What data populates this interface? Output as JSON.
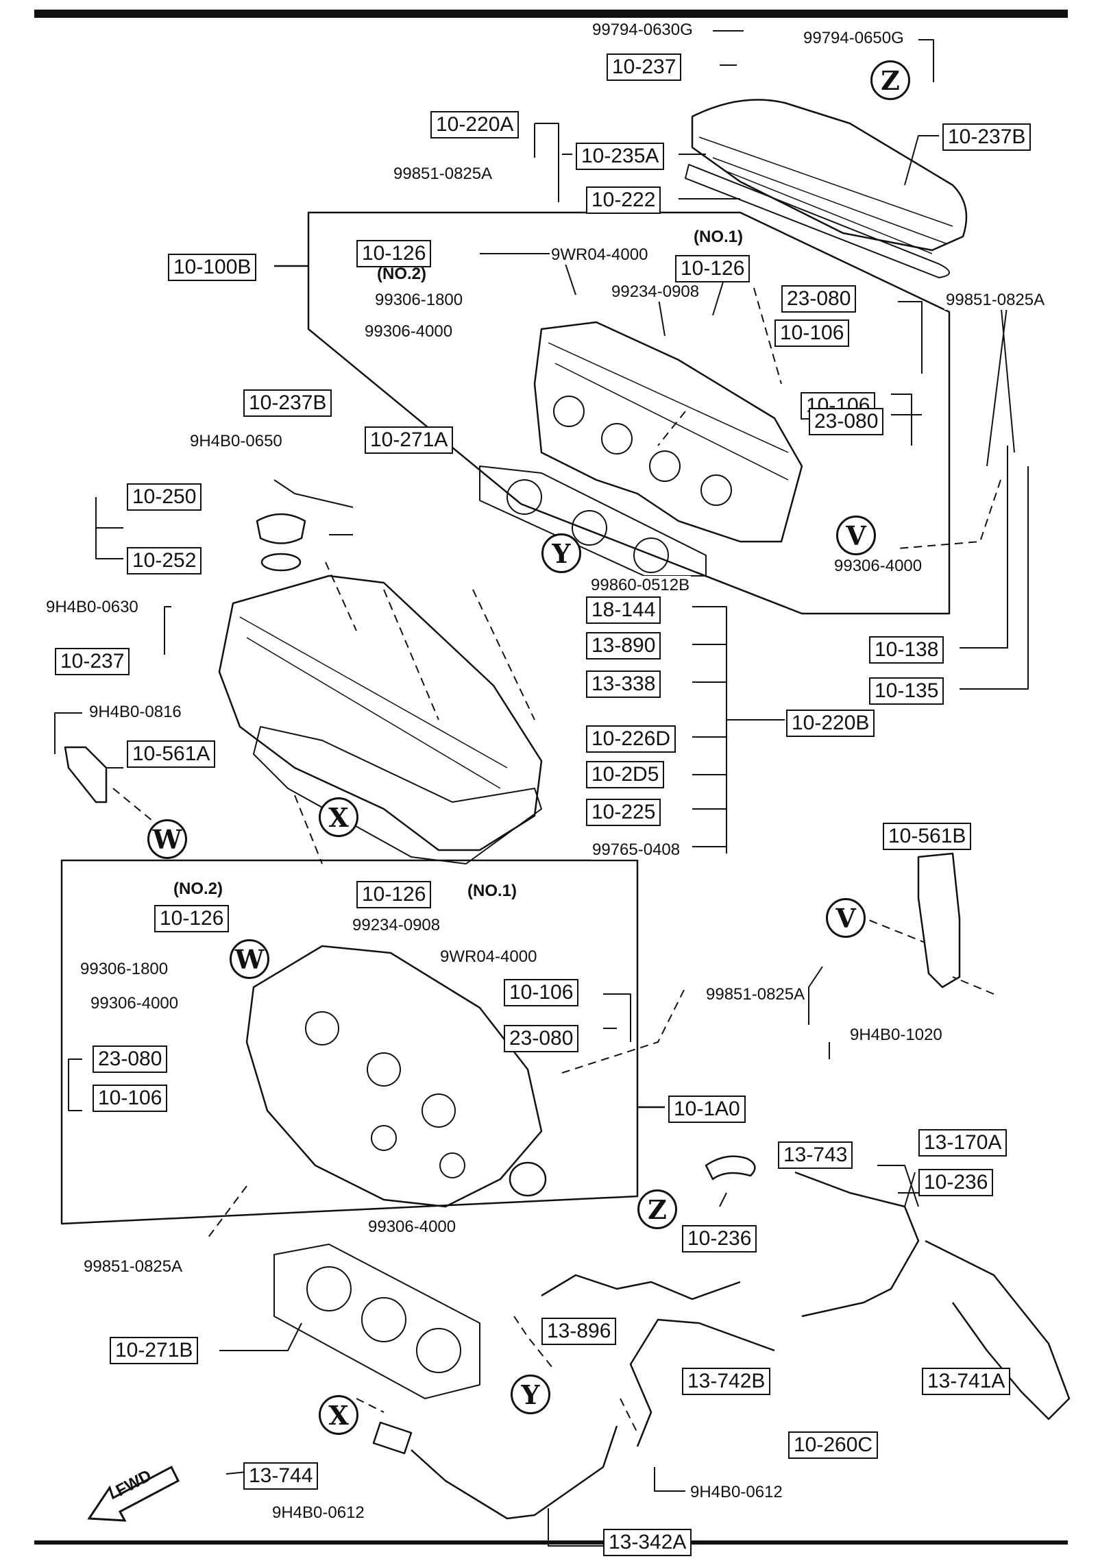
{
  "labels": {
    "top_bolt_a": "99794-0630G",
    "top_bolt_b": "99794-0650G",
    "cap_10_237_top": "10-237",
    "cover_10_220A": "10-220A",
    "gasket_10_235A": "10-235A",
    "bolt_99851_top": "99851-0825A",
    "seal_10_222": "10-222",
    "bolt_10_237B_top": "10-237B",
    "head_10_100B": "10-100B",
    "plug_10_126_no2": "10-126",
    "no2_top": "(NO.2)",
    "no1_top": "(NO.1)",
    "part_9WR04_top": "9WR04-4000",
    "plug_10_126_no1": "10-126",
    "part_99234_top": "99234-0908",
    "part_99306_1800_top": "99306-1800",
    "part_99306_4000_top": "99306-4000",
    "part_23_080_a": "23-080",
    "part_10_106_a": "10-106",
    "part_10_106_b": "10-106",
    "part_23_080_b": "23-080",
    "bolt_99851_right": "99851-0825A",
    "bolt_10_237B_mid": "10-237B",
    "part_9H4B0_0650": "9H4B0-0650",
    "gasket_10_271A": "10-271A",
    "cap_10_250": "10-250",
    "seal_10_252": "10-252",
    "part_9H4B0_0630": "9H4B0-0630",
    "part_10_237_mid": "10-237",
    "part_99306_4000_v": "99306-4000",
    "part_99860": "99860-0512B",
    "hose_18_144": "18-144",
    "part_13_890": "13-890",
    "part_13_338": "13-338",
    "part_10_138": "10-138",
    "part_10_135": "10-135",
    "part_9H4B0_0816": "9H4B0-0816",
    "bracket_10_561A": "10-561A",
    "cover_10_220B": "10-220B",
    "gasket_10_226D": "10-226D",
    "part_10_2D5": "10-2D5",
    "part_10_225": "10-225",
    "part_99765": "99765-0408",
    "bracket_10_561B": "10-561B",
    "no2_bottom": "(NO.2)",
    "plug_10_126_b1": "10-126",
    "no1_bottom": "(NO.1)",
    "plug_10_126_b2": "10-126",
    "part_99234_bottom": "99234-0908",
    "part_9WR04_bottom": "9WR04-4000",
    "part_99306_1800_bottom": "99306-1800",
    "part_10_106_c": "10-106",
    "part_99306_4000_bottom": "99306-4000",
    "part_23_080_c": "23-080",
    "bolt_99851_mid": "99851-0825A",
    "part_9H4B0_1020": "9H4B0-1020",
    "part_23_080_d": "23-080",
    "part_10_106_d": "10-106",
    "head_10_1A0": "10-1A0",
    "part_13_743": "13-743",
    "part_13_170A": "13-170A",
    "clamp_10_236_right": "10-236",
    "clamp_10_236_left": "10-236",
    "part_99306_4000_low": "99306-4000",
    "bolt_99851_bottom": "99851-0825A",
    "hose_13_896": "13-896",
    "gasket_10_271B": "10-271B",
    "hose_13_742B": "13-742B",
    "hose_13_741A": "13-741A",
    "clamp_10_260C": "10-260C",
    "part_13_744": "13-744",
    "part_9H4B0_0612_r": "9H4B0-0612",
    "part_9H4B0_0612_l": "9H4B0-0612",
    "pipe_13_342A": "13-342A",
    "fwd": "FWD"
  },
  "callouts": {
    "Z1": "Z",
    "Y1": "Y",
    "V1": "V",
    "W1": "W",
    "X1": "X",
    "W2": "W",
    "V2": "V",
    "Z2": "Z",
    "Y2": "Y",
    "X2": "X"
  }
}
